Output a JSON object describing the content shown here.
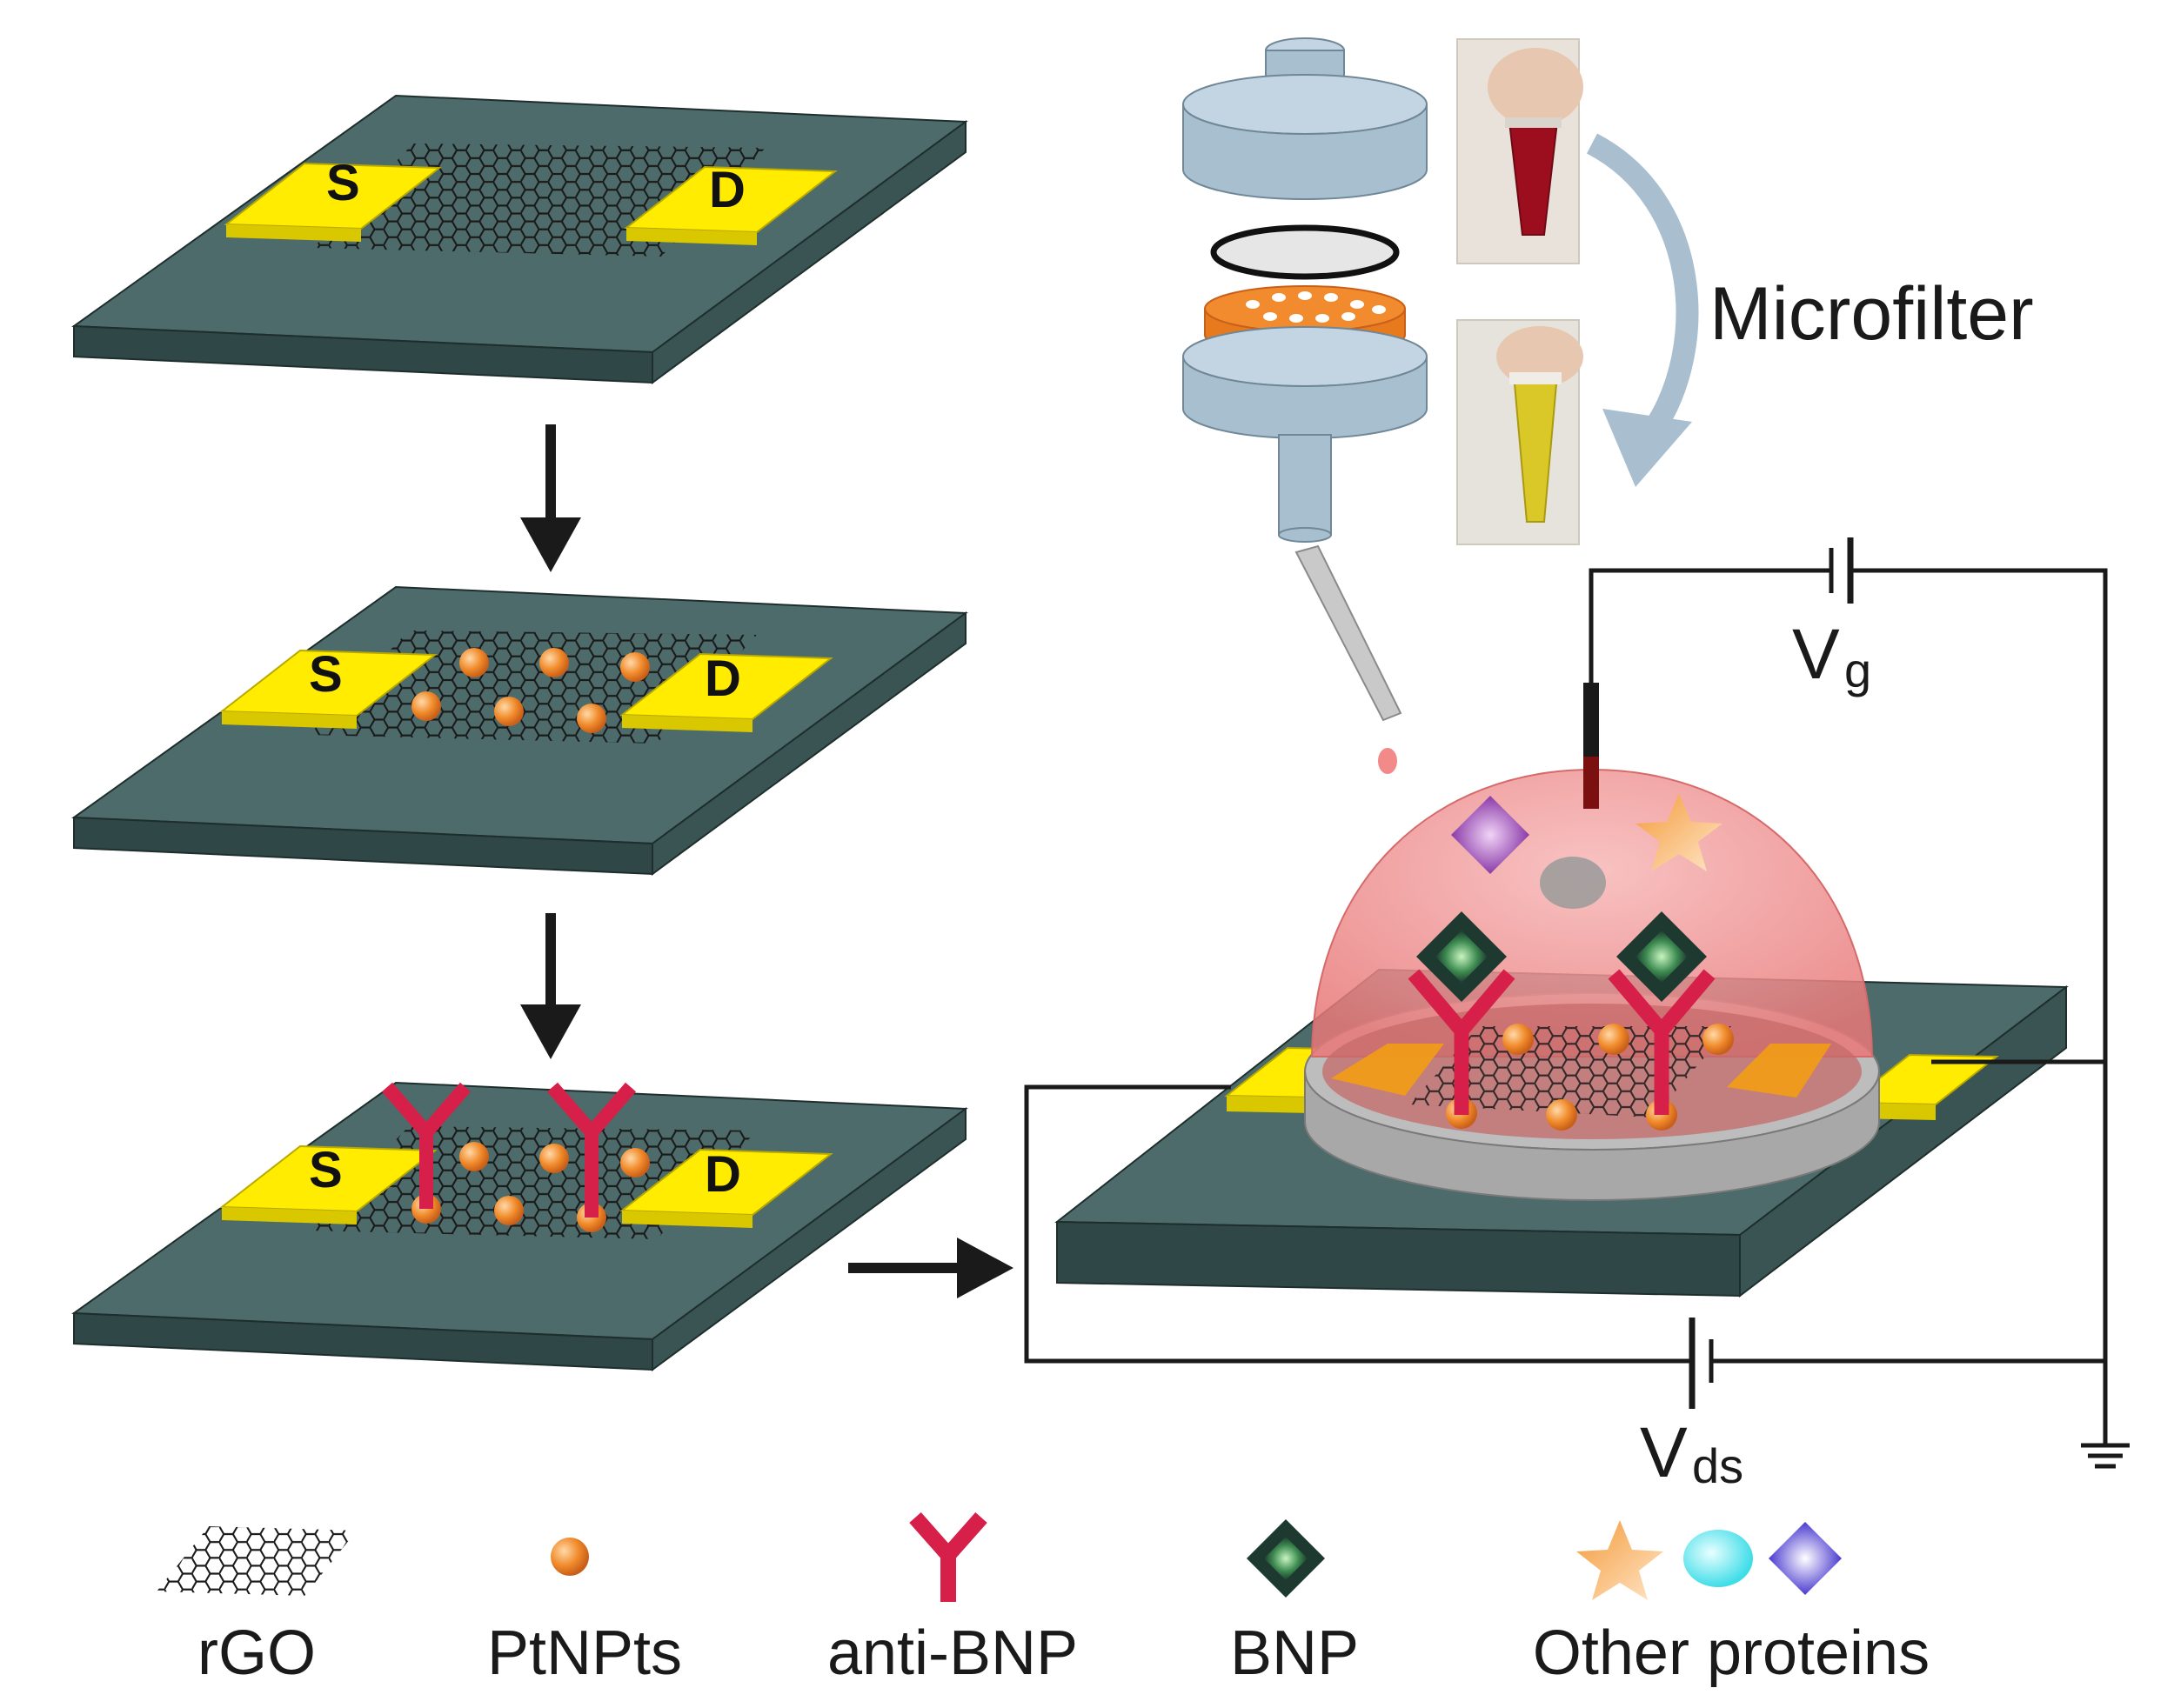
{
  "devices": [
    {
      "source_label": "S",
      "drain_label": "D"
    },
    {
      "source_label": "S",
      "drain_label": "D"
    },
    {
      "source_label": "S",
      "drain_label": "D"
    }
  ],
  "microfilter_label": "Microfilter",
  "circuit": {
    "gate_voltage_main": "V",
    "gate_voltage_sub": "g",
    "ds_voltage_main": "V",
    "ds_voltage_sub": "ds"
  },
  "legend": [
    {
      "icon": "rgo-sheet-icon",
      "label": "rGO"
    },
    {
      "icon": "nanoparticle-icon",
      "label": "PtNPts"
    },
    {
      "icon": "antibody-icon",
      "label": "anti-BNP"
    },
    {
      "icon": "bnp-diamond-icon",
      "label": "BNP"
    },
    {
      "icon": "other-proteins-icons",
      "label": "Other proteins"
    }
  ],
  "colors": {
    "substrate_top": "#4d6b6a",
    "substrate_side": "#2f4746",
    "electrode": "#ffec00",
    "nanoparticle": "#f08a2a",
    "antibody": "#d6204a",
    "droplet": "#f4a0a0",
    "filter_body": "#a7bfcf",
    "arrow": "#1a1a1a"
  }
}
